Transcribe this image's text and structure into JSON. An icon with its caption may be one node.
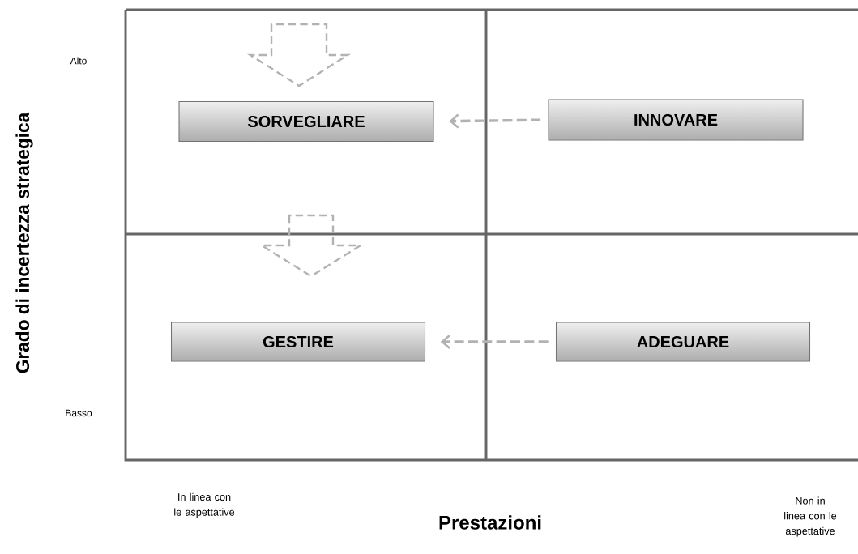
{
  "diagram": {
    "nodes": [
      {
        "text": [
          "SORVEGLIARE"
        ]
      },
      {
        "text": [
          "INNOVARE"
        ]
      },
      {
        "text": [
          "GESTIRE"
        ]
      },
      {
        "text": [
          "ADEGUARE"
        ]
      }
    ],
    "edges": [
      {
        "from": 1,
        "to": 0,
        "arrow": "to",
        "style": "dashed"
      },
      {
        "from": 3,
        "to": 2,
        "arrow": "to",
        "style": "dashed"
      }
    ],
    "labels": [
      "Alto",
      "Grado di incertezza strategica",
      "Basso",
      "In linea con le aspettative",
      "Non in linea con le aspettative",
      "Prestazioni"
    ]
  }
}
